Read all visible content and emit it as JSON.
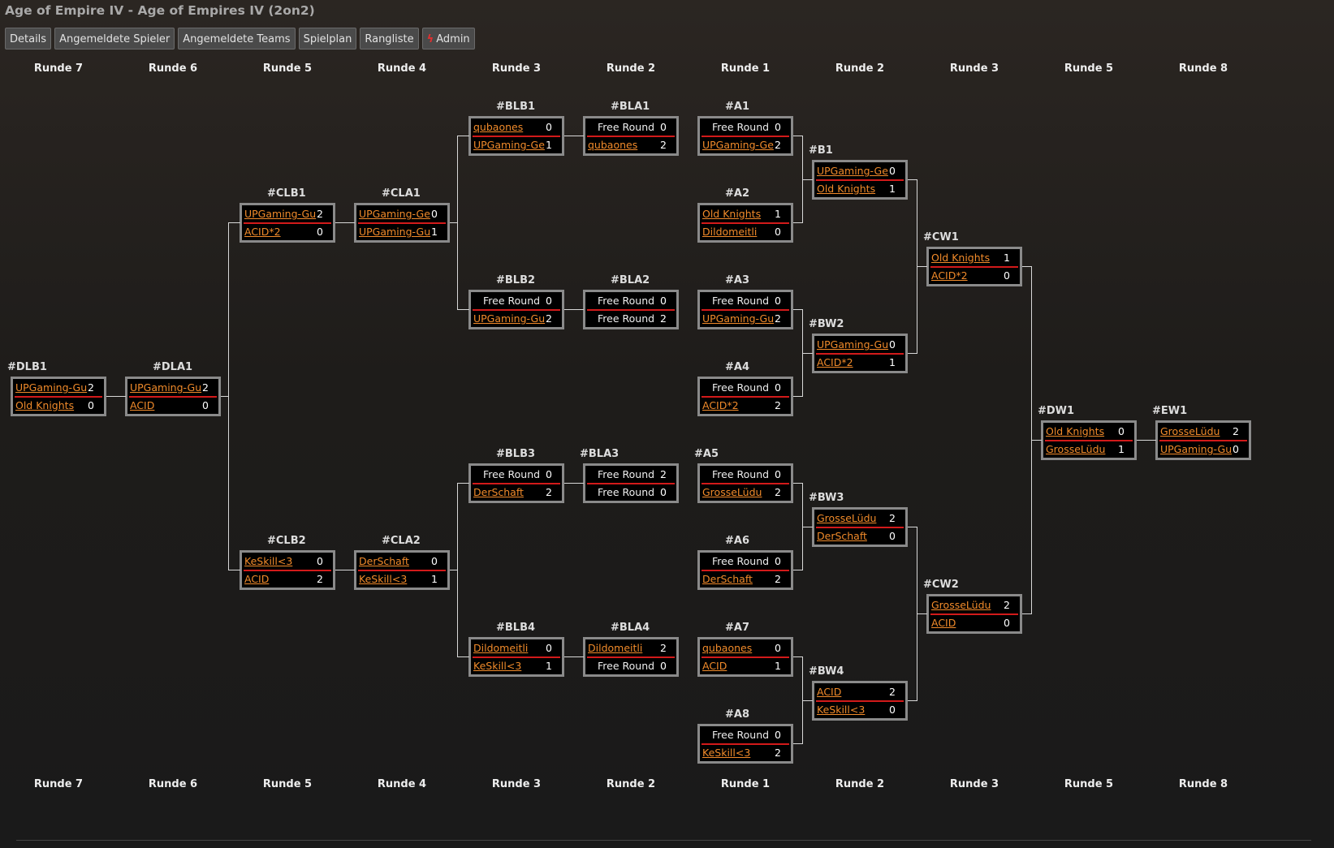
{
  "page": {
    "title": "Age of Empire IV - Age of Empires IV (2on2)"
  },
  "nav": [
    "Details",
    "Angemeldete Spieler",
    "Angemeldete Teams",
    "Spielplan",
    "Rangliste",
    "Admin"
  ],
  "rounds_top": [
    "Runde 7",
    "Runde 6",
    "Runde 5",
    "Runde 4",
    "Runde 3",
    "Runde 2",
    "Runde 1",
    "Runde 2",
    "Runde 3",
    "Runde 5",
    "Runde 8"
  ],
  "rounds_bottom": [
    "Runde 7",
    "Runde 6",
    "Runde 5",
    "Runde 4",
    "Runde 3",
    "Runde 2",
    "Runde 1",
    "Runde 2",
    "Runde 3",
    "Runde 5",
    "Runde 8"
  ],
  "matches": [
    {
      "id": "#BLB1",
      "col": 4,
      "row": 0,
      "t1": "qubaones",
      "s1": "0",
      "t2": "UPGaming-Ge",
      "s2": "1"
    },
    {
      "id": "#BLA1",
      "col": 5,
      "row": 0,
      "t1": "Free Round",
      "s1": "0",
      "t2": "qubaones",
      "s2": "2"
    },
    {
      "id": "#A1",
      "col": 6,
      "row": 0,
      "t1": "Free Round",
      "s1": "0",
      "t2": "UPGaming-Ge",
      "s2": "2"
    },
    {
      "id": "#B1",
      "col": 7,
      "row": 0.5,
      "t1": "UPGaming-Ge",
      "s1": "0",
      "t2": "Old Knights",
      "s2": "1"
    },
    {
      "id": "#CLB1",
      "col": 2,
      "row": 1,
      "t1": "UPGaming-Gu",
      "s1": "2",
      "t2": "ACID*2",
      "s2": "0"
    },
    {
      "id": "#CLA1",
      "col": 3,
      "row": 1,
      "t1": "UPGaming-Ge",
      "s1": "0",
      "t2": "UPGaming-Gu",
      "s2": "1"
    },
    {
      "id": "#A2",
      "col": 6,
      "row": 1,
      "t1": "Old Knights",
      "s1": "1",
      "t2": "Dildomeitli",
      "s2": "0"
    },
    {
      "id": "#CW1",
      "col": 8,
      "row": 1.5,
      "t1": "Old Knights",
      "s1": "1",
      "t2": "ACID*2",
      "s2": "0"
    },
    {
      "id": "#BLB2",
      "col": 4,
      "row": 2,
      "t1": "Free Round",
      "s1": "0",
      "t2": "UPGaming-Gu",
      "s2": "2"
    },
    {
      "id": "#BLA2",
      "col": 5,
      "row": 2,
      "t1": "Free Round",
      "s1": "0",
      "t2": "Free Round",
      "s2": "2"
    },
    {
      "id": "#A3",
      "col": 6,
      "row": 2,
      "t1": "Free Round",
      "s1": "0",
      "t2": "UPGaming-Gu",
      "s2": "2"
    },
    {
      "id": "#BW2",
      "col": 7,
      "row": 2.5,
      "t1": "UPGaming-Gu",
      "s1": "0",
      "t2": "ACID*2",
      "s2": "1"
    },
    {
      "id": "#DLB1",
      "col": 0,
      "row": 3,
      "t1": "UPGaming-Gu",
      "s1": "2",
      "t2": "Old Knights",
      "s2": "0"
    },
    {
      "id": "#DLA1",
      "col": 1,
      "row": 3,
      "t1": "UPGaming-Gu",
      "s1": "2",
      "t2": "ACID",
      "s2": "0"
    },
    {
      "id": "#A4",
      "col": 6,
      "row": 3,
      "t1": "Free Round",
      "s1": "0",
      "t2": "ACID*2",
      "s2": "2"
    },
    {
      "id": "#DW1",
      "col": 9,
      "row": 3.5,
      "t1": "Old Knights",
      "s1": "0",
      "t2": "GrosseLüdu",
      "s2": "1"
    },
    {
      "id": "#EW1",
      "col": 10,
      "row": 3.5,
      "t1": "GrosseLüdu",
      "s1": "2",
      "t2": "UPGaming-Gu",
      "s2": "0"
    },
    {
      "id": "#BLB3",
      "col": 4,
      "row": 4,
      "t1": "Free Round",
      "s1": "0",
      "t2": "DerSchaft",
      "s2": "2"
    },
    {
      "id": "#BLA3",
      "col": 5,
      "row": 4,
      "t1": "Free Round",
      "s1": "2",
      "t2": "Free Round",
      "s2": "0"
    },
    {
      "id": "#A5",
      "col": 6,
      "row": 4,
      "t1": "Free Round",
      "s1": "0",
      "t2": "GrosseLüdu",
      "s2": "2"
    },
    {
      "id": "#BW3",
      "col": 7,
      "row": 4.5,
      "t1": "GrosseLüdu",
      "s1": "2",
      "t2": "DerSchaft",
      "s2": "0"
    },
    {
      "id": "#CLB2",
      "col": 2,
      "row": 5,
      "t1": "KeSkill<3",
      "s1": "0",
      "t2": "ACID",
      "s2": "2"
    },
    {
      "id": "#CLA2",
      "col": 3,
      "row": 5,
      "t1": "DerSchaft",
      "s1": "0",
      "t2": "KeSkill<3",
      "s2": "1"
    },
    {
      "id": "#A6",
      "col": 6,
      "row": 5,
      "t1": "Free Round",
      "s1": "0",
      "t2": "DerSchaft",
      "s2": "2"
    },
    {
      "id": "#CW2",
      "col": 8,
      "row": 5.5,
      "t1": "GrosseLüdu",
      "s1": "2",
      "t2": "ACID",
      "s2": "0"
    },
    {
      "id": "#BLB4",
      "col": 4,
      "row": 6,
      "t1": "Dildomeitli",
      "s1": "0",
      "t2": "KeSkill<3",
      "s2": "1"
    },
    {
      "id": "#BLA4",
      "col": 5,
      "row": 6,
      "t1": "Dildomeitli",
      "s1": "2",
      "t2": "Free Round",
      "s2": "0"
    },
    {
      "id": "#A7",
      "col": 6,
      "row": 6,
      "t1": "qubaones",
      "s1": "0",
      "t2": "ACID",
      "s2": "1"
    },
    {
      "id": "#BW4",
      "col": 7,
      "row": 6.5,
      "t1": "ACID",
      "s1": "2",
      "t2": "KeSkill<3",
      "s2": "0"
    },
    {
      "id": "#A8",
      "col": 6,
      "row": 7,
      "t1": "Free Round",
      "s1": "0",
      "t2": "KeSkill<3",
      "s2": "2"
    }
  ]
}
